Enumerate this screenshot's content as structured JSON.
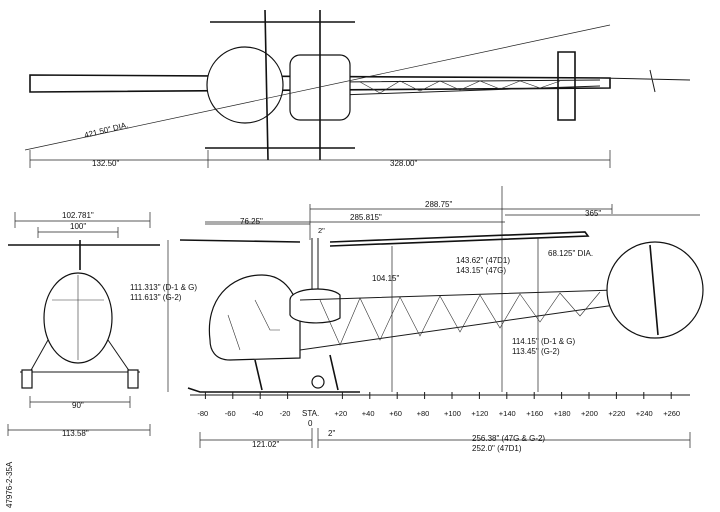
{
  "top_view": {
    "rotor_diameter": "421.50\" DIA.",
    "front_length": "132.50\"",
    "rear_length": "328.00\""
  },
  "front_view": {
    "skid_outer_width": "102.781\"",
    "rotor_hub_width": "100\"",
    "tread_width": "90\"",
    "overall_width": "113.58\""
  },
  "side_view": {
    "length_288": "288.75\"",
    "length_76": "76.25\"",
    "length_285": "285.815\"",
    "length_365": "365\"",
    "hub_offset": "2\"",
    "height_dg": "111.313\" (D-1 & G)",
    "height_g2": "111.613\" (G-2)",
    "mast_height": "104.15\"",
    "tail_height_47d1": "143.62\" (47D1)",
    "tail_height_47g": "143.15\" (47G)",
    "tail_rotor_dia": "68.125\" DIA.",
    "tail_skid_dg": "114.15\" (D-1 & G)",
    "tail_skid_g2": "113.45\" (G-2)",
    "bottom_left": "121.02\"",
    "bottom_offset": "2\"",
    "bottom_right_g": "256.38\" (47G & G-2)",
    "bottom_right_d1": "252.0\" (47D1)"
  },
  "station_scale": {
    "sta_label": "STA.",
    "zero_label": "0",
    "ticks": [
      "-80",
      "-60",
      "-40",
      "-20",
      "+20",
      "+40",
      "+60",
      "+80",
      "+100",
      "+120",
      "+140",
      "+160",
      "+180",
      "+200",
      "+220",
      "+240",
      "+260"
    ]
  },
  "figure_id": "47976-2-35A"
}
